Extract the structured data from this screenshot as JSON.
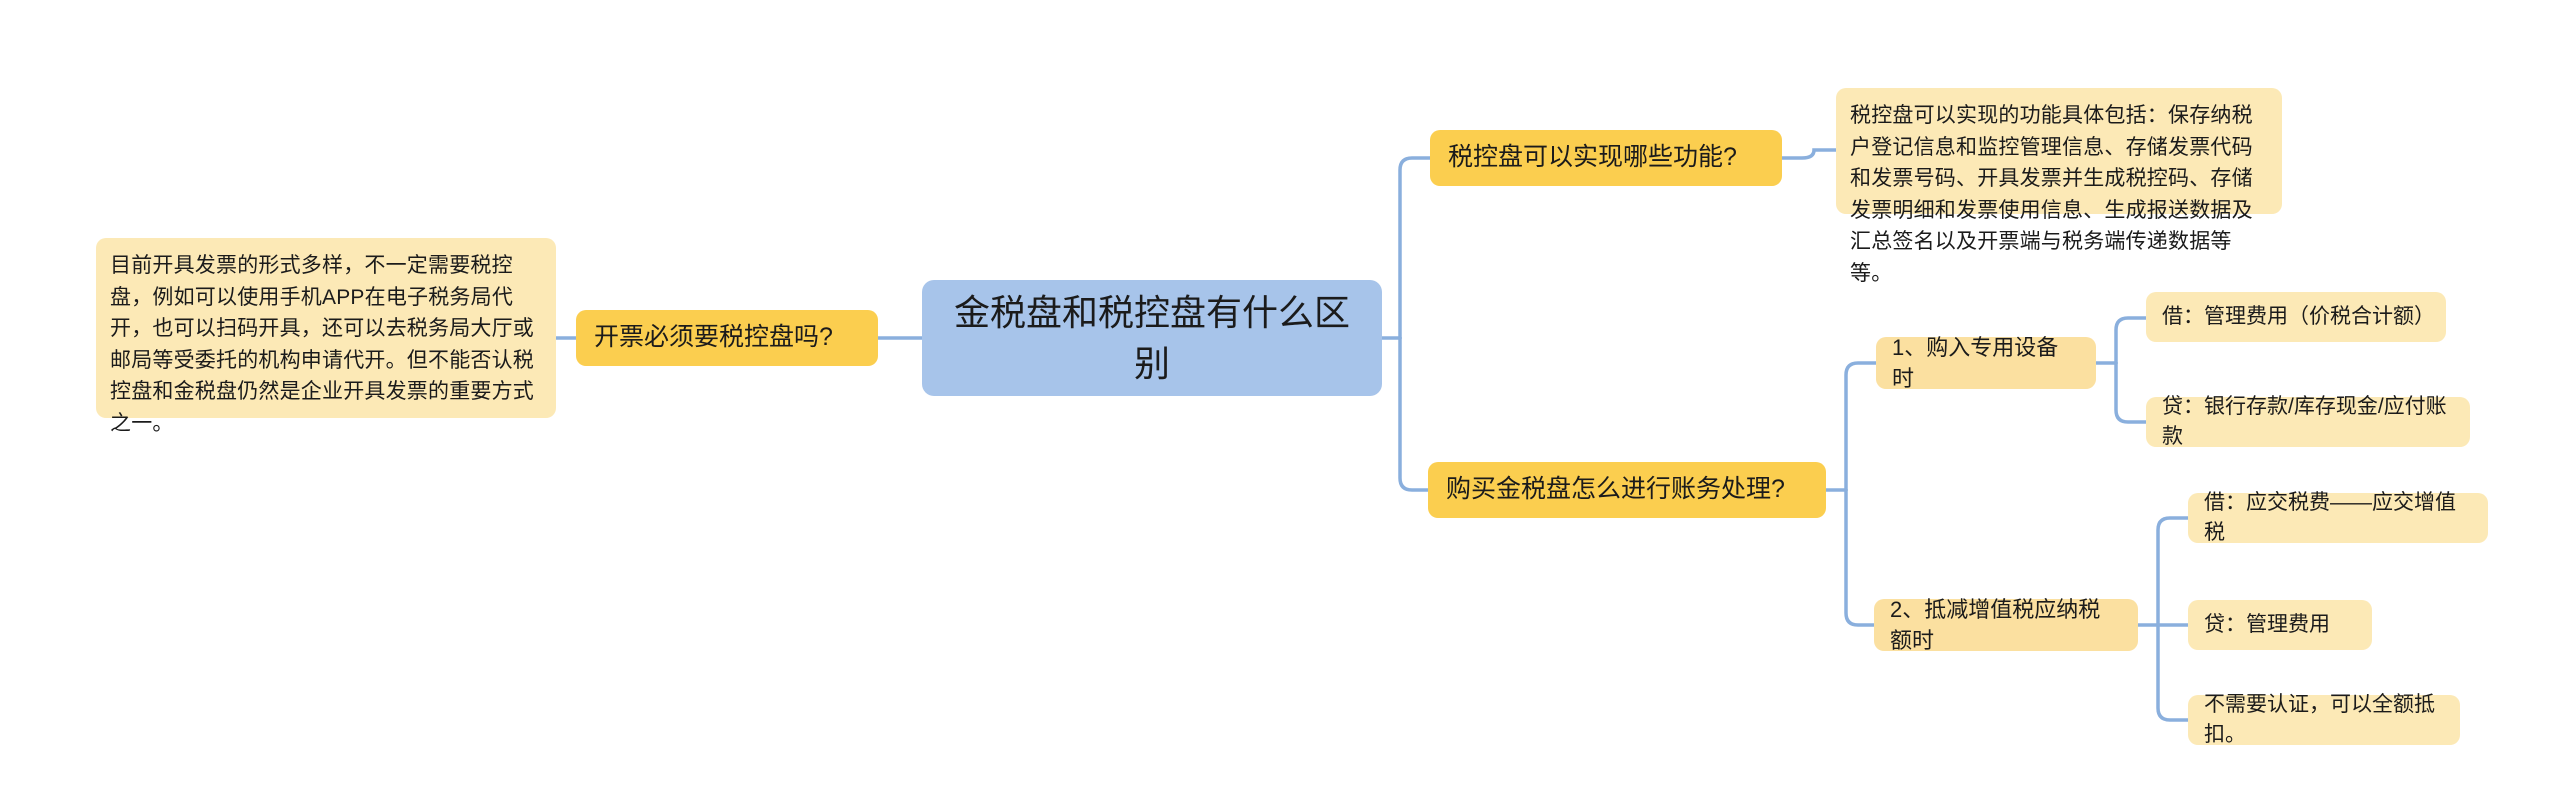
{
  "diagram": {
    "type": "mind-map",
    "title": "金税盘和税控盘有什么区别",
    "background_color": "#ffffff",
    "connector_color": "#8aafdd",
    "colors": {
      "root": "#a7c4ea",
      "level1": "#fbce4f",
      "level2": "#fbe0a0",
      "leaf": "#fce9b6",
      "text": "#1b1b1b"
    }
  },
  "nodes": {
    "root": "金税盘和税控盘有什么区别",
    "left_branch": {
      "question": "开票必须要税控盘吗?",
      "answer": "目前开具发票的形式多样，不一定需要税控盘，例如可以使用手机APP在电子税务局代开，也可以扫码开具，还可以去税务局大厅或邮局等受委托的机构申请代开。但不能否认税控盘和金税盘仍然是企业开具发票的重要方式之一。"
    },
    "right_branch_1": {
      "question": "税控盘可以实现哪些功能?",
      "answer": "税控盘可以实现的功能具体包括：保存纳税户登记信息和监控管理信息、存储发票代码和发票号码、开具发票并生成税控码、存储发票明细和发票使用信息、生成报送数据及汇总签名以及开票端与税务端传递数据等等。"
    },
    "right_branch_2": {
      "question": "购买金税盘怎么进行账务处理?",
      "steps": [
        {
          "label": "1、购入专用设备时",
          "entries": [
            "借：管理费用（价税合计额）",
            "贷：银行存款/库存现金/应付账款"
          ]
        },
        {
          "label": "2、抵减增值税应纳税额时",
          "entries": [
            "借：应交税费——应交增值税",
            "贷：管理费用",
            "不需要认证，可以全额抵扣。"
          ]
        }
      ]
    }
  }
}
